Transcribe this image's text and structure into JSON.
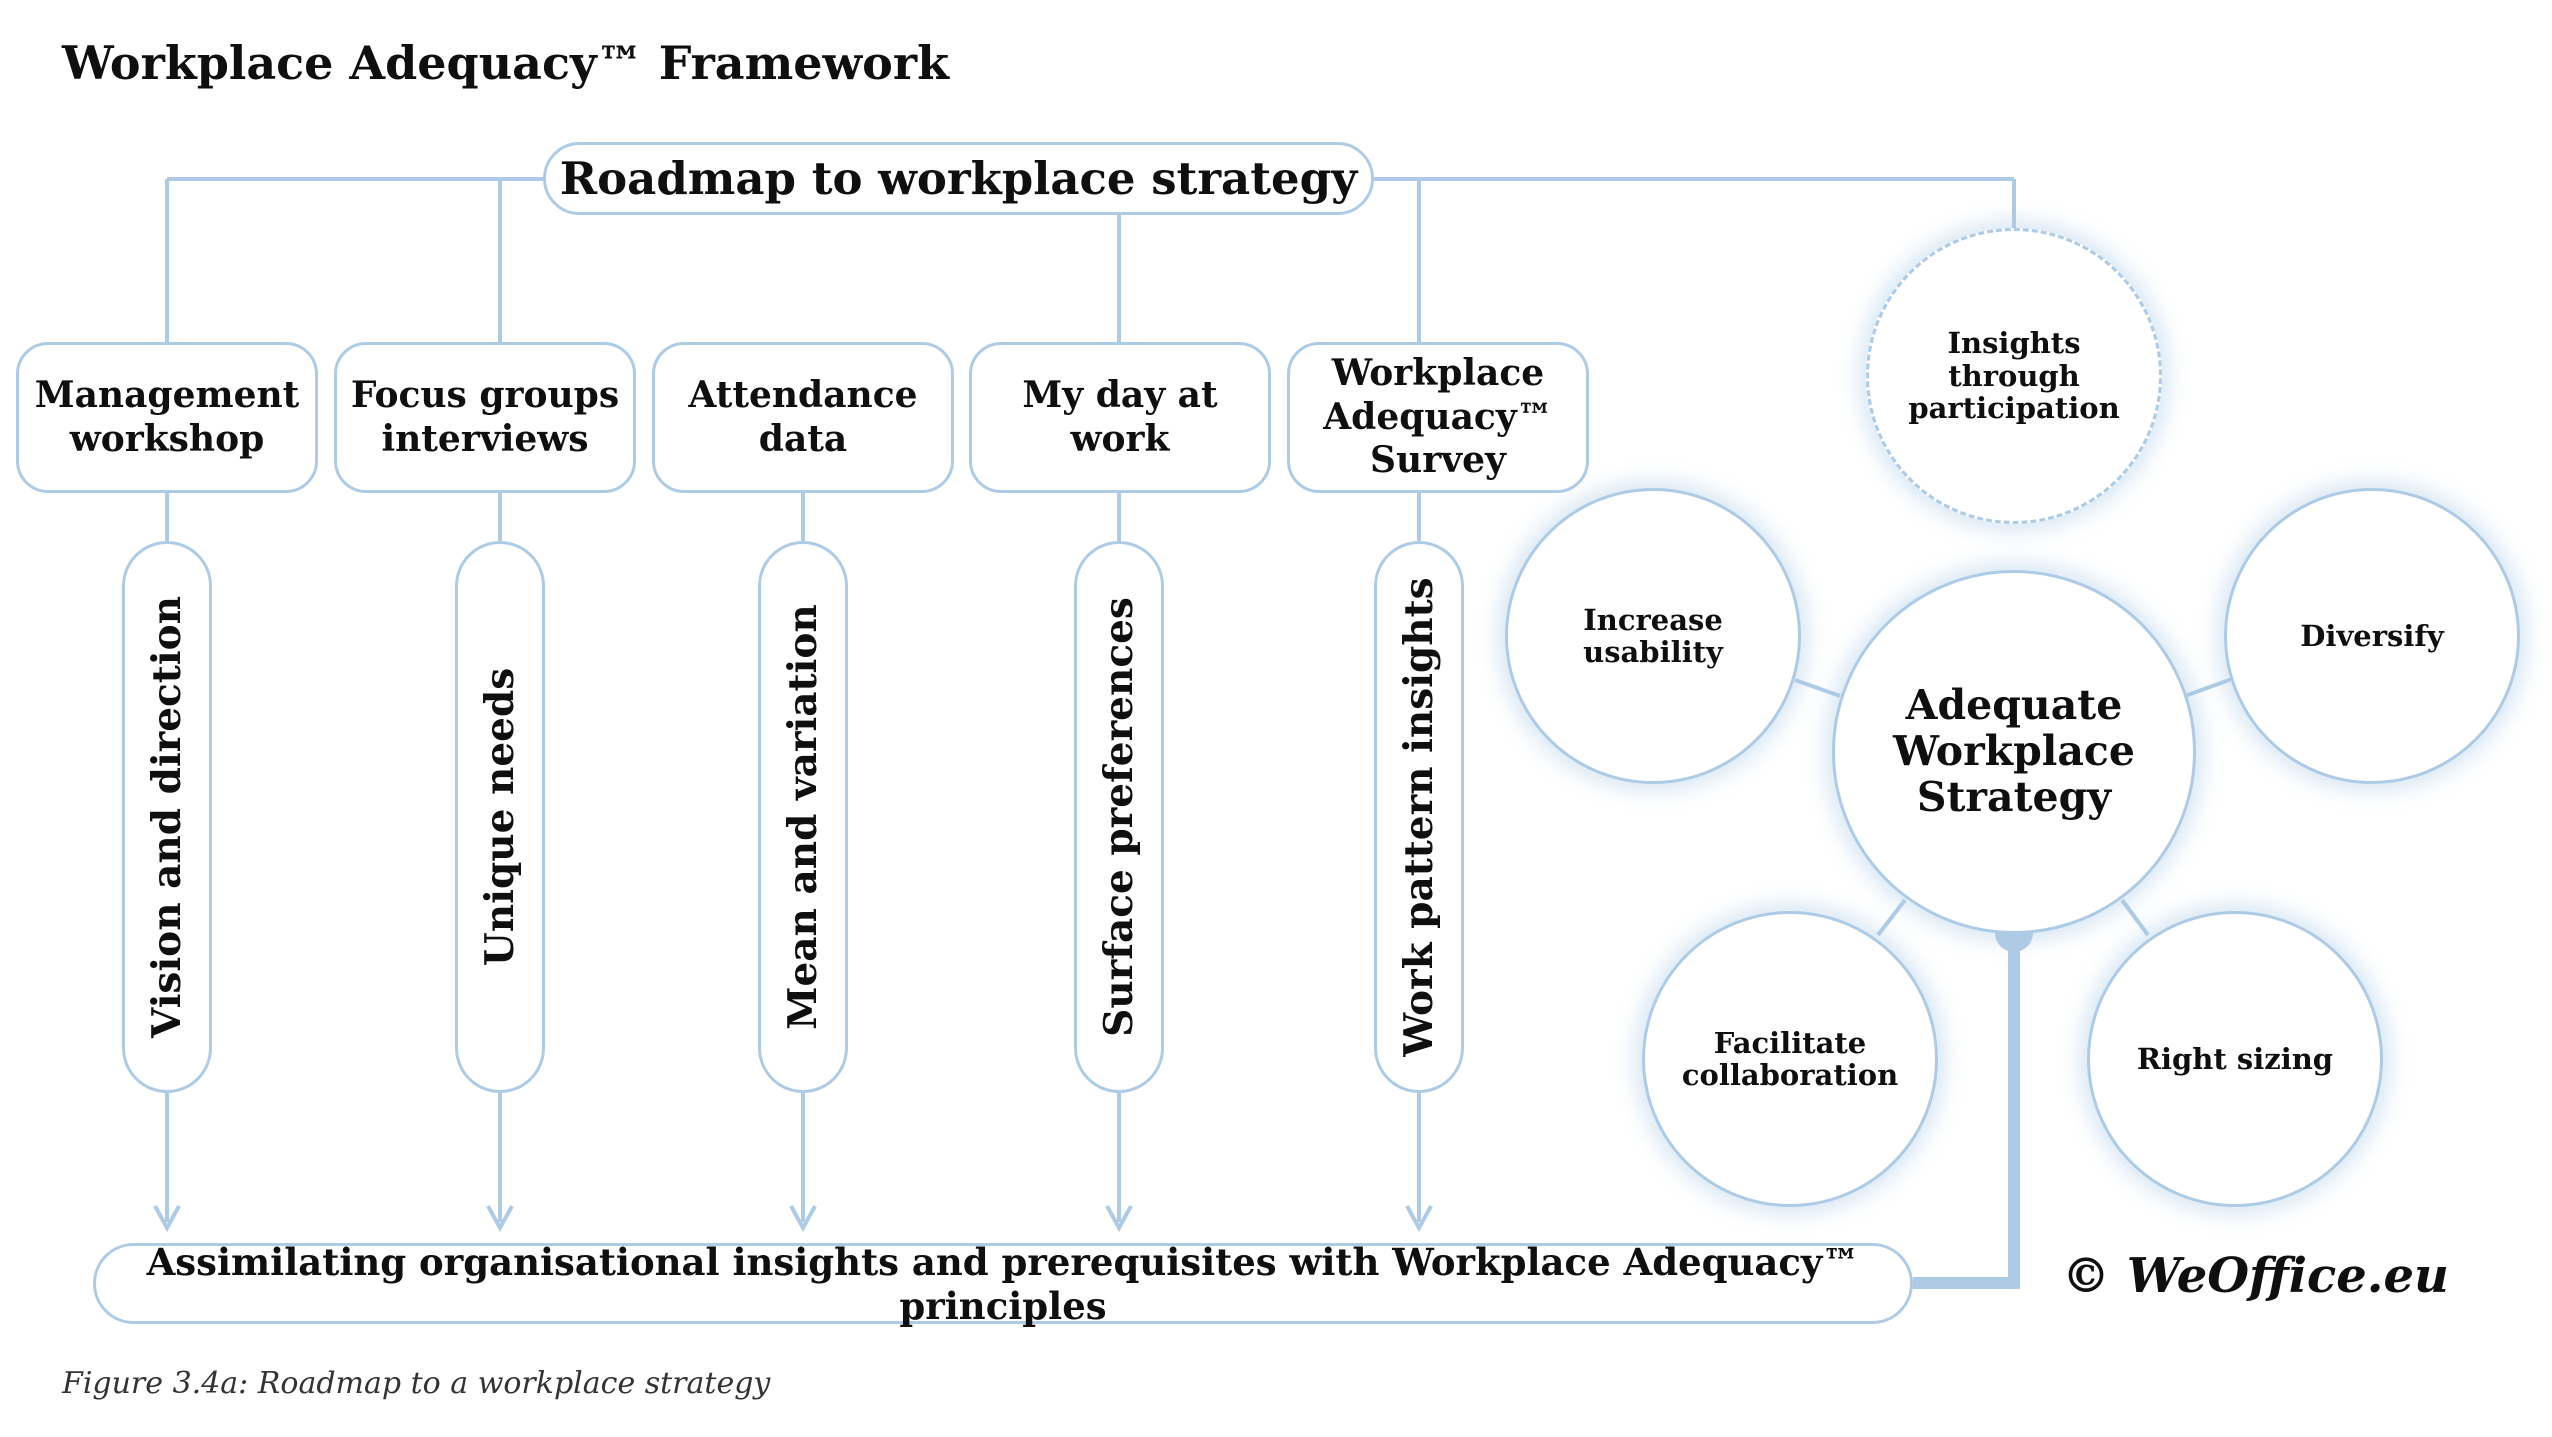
{
  "title": "Workplace Adequacy™ Framework",
  "roadmap": "Roadmap to workplace strategy",
  "methods": [
    {
      "label": "Management workshop",
      "outcome": "Vision and direction"
    },
    {
      "label": "Focus groups interviews",
      "outcome": "Unique needs"
    },
    {
      "label": "Attendance data",
      "outcome": "Mean and variation"
    },
    {
      "label": "My day at work",
      "outcome": "Surface preferences"
    },
    {
      "label": "Workplace Adequacy™ Survey",
      "outcome": "Work pattern insights"
    }
  ],
  "assimilation": "Assimilating organisational insights and prerequisites with Workplace Adequacy™ principles",
  "strategy": {
    "center": "Adequate Workplace Strategy",
    "insights": "Insights through participation",
    "satellites": [
      "Increase usability",
      "Diversify",
      "Facilitate collaboration",
      "Right sizing"
    ]
  },
  "copyright": "© WeOffice.eu",
  "caption": "Figure 3.4a: Roadmap to a workplace strategy",
  "colors": {
    "line": "#aecbe6",
    "text": "#0f0f0f"
  }
}
